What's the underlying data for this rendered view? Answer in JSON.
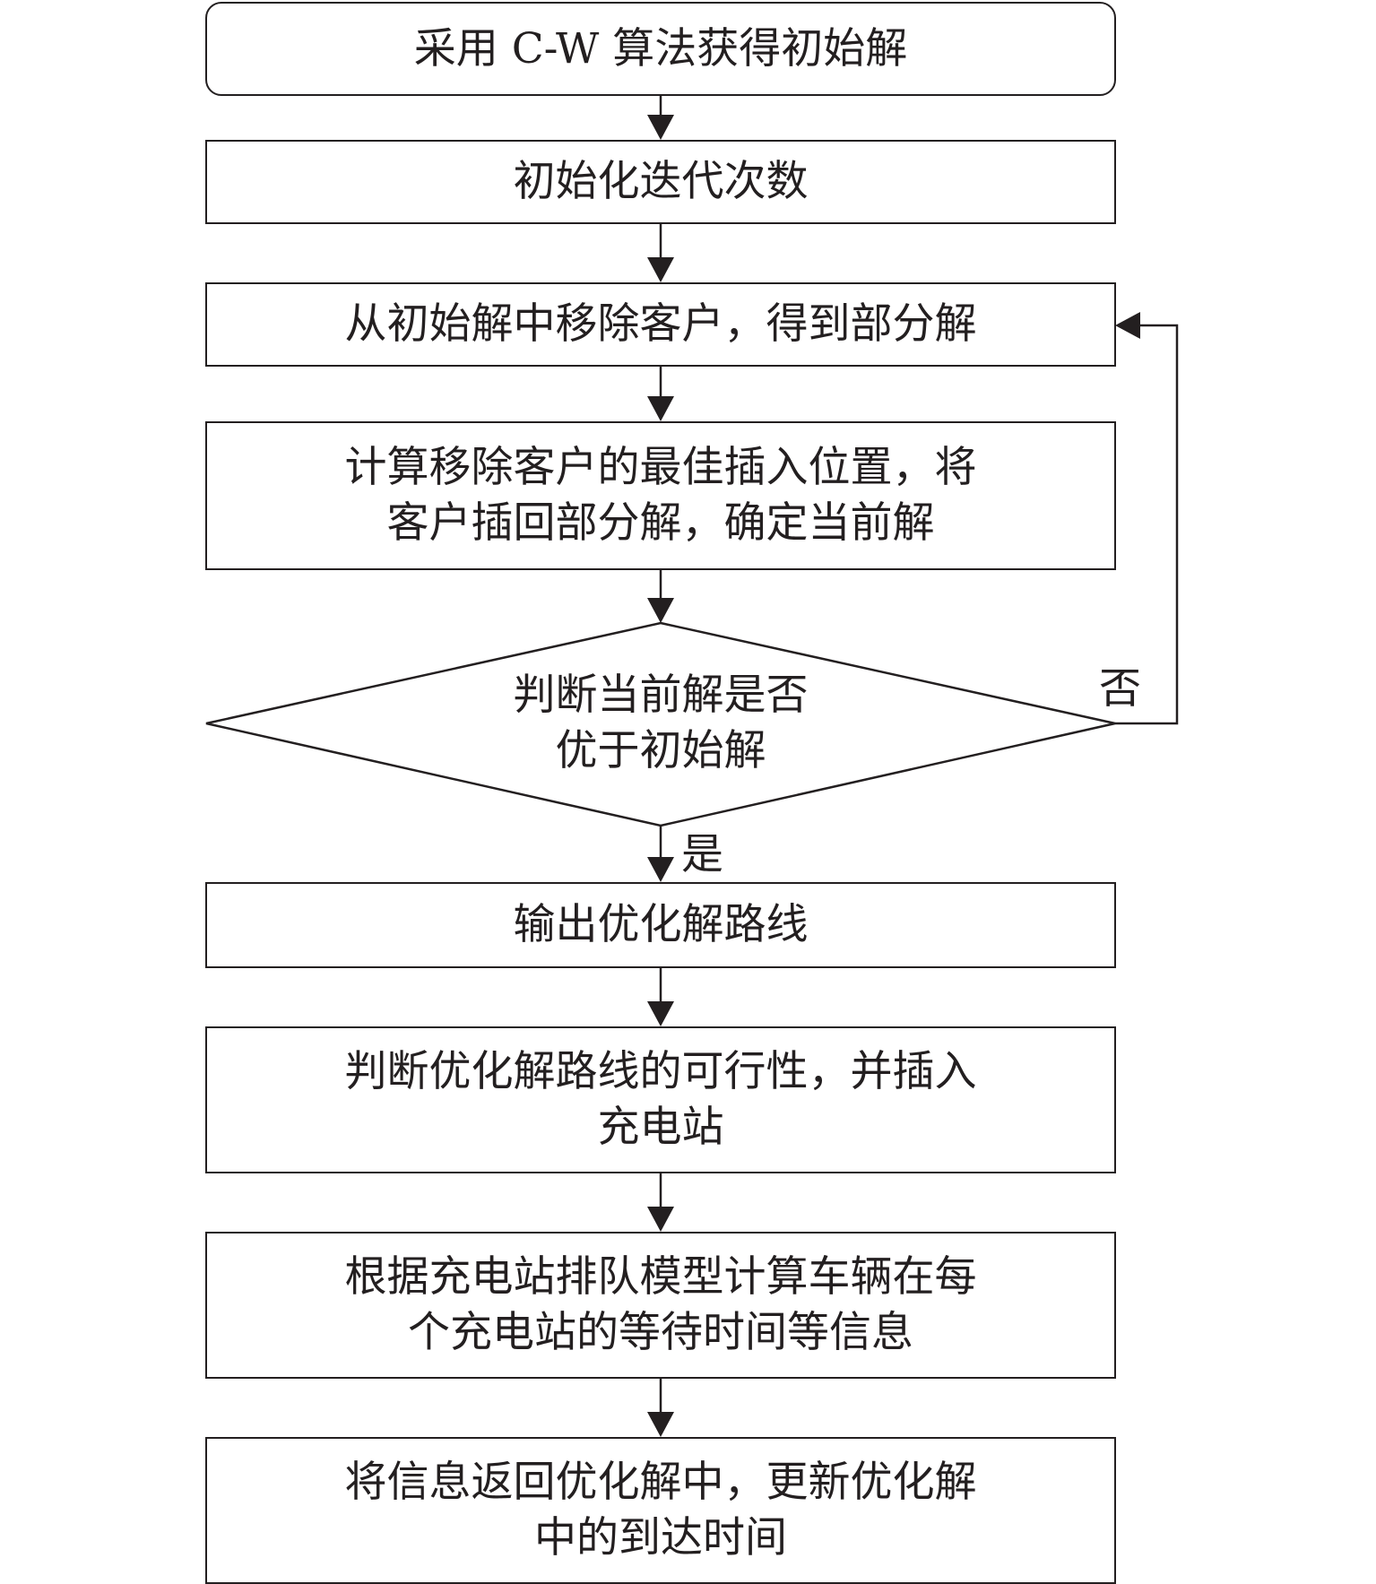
{
  "nodes": {
    "start": {
      "lines": [
        "采用 C-W 算法获得初始解"
      ]
    },
    "init_iter": {
      "lines": [
        "初始化迭代次数"
      ]
    },
    "remove": {
      "lines": [
        "从初始解中移除客户，得到部分解"
      ]
    },
    "insert": {
      "lines": [
        "计算移除客户的最佳插入位置，将",
        "客户插回部分解，确定当前解"
      ]
    },
    "decision": {
      "lines": [
        "判断当前解是否",
        "优于初始解"
      ]
    },
    "output": {
      "lines": [
        "输出优化解路线"
      ]
    },
    "feasibility": {
      "lines": [
        "判断优化解路线的可行性，并插入",
        "充电站"
      ]
    },
    "queue": {
      "lines": [
        "根据充电站排队模型计算车辆在每",
        "个充电站的等待时间等信息"
      ]
    },
    "update": {
      "lines": [
        "将信息返回优化解中，更新优化解",
        "中的到达时间"
      ]
    }
  },
  "edge_labels": {
    "no": "否",
    "yes": "是"
  },
  "colors": {
    "stroke": "#231f20",
    "background": "#ffffff"
  }
}
